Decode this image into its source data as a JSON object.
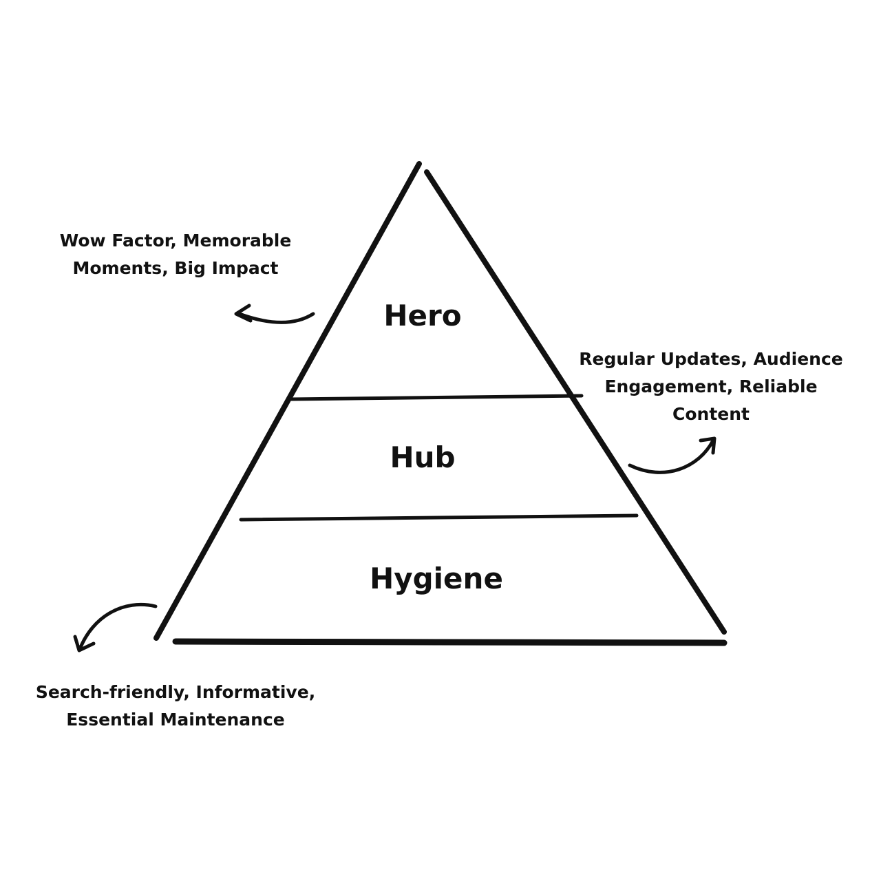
{
  "pyramid": {
    "tiers": [
      {
        "label": "Hero"
      },
      {
        "label": "Hub"
      },
      {
        "label": "Hygiene"
      }
    ]
  },
  "annotations": {
    "hero": {
      "lines": [
        "Wow Factor, Memorable",
        "Moments, Big Impact"
      ]
    },
    "hub": {
      "lines": [
        "Regular Updates, Audience",
        "Engagement, Reliable",
        "Content"
      ]
    },
    "hygiene": {
      "lines": [
        "Search-friendly, Informative,",
        "Essential Maintenance"
      ]
    }
  },
  "colors": {
    "ink": "#111111",
    "background": "#ffffff"
  }
}
